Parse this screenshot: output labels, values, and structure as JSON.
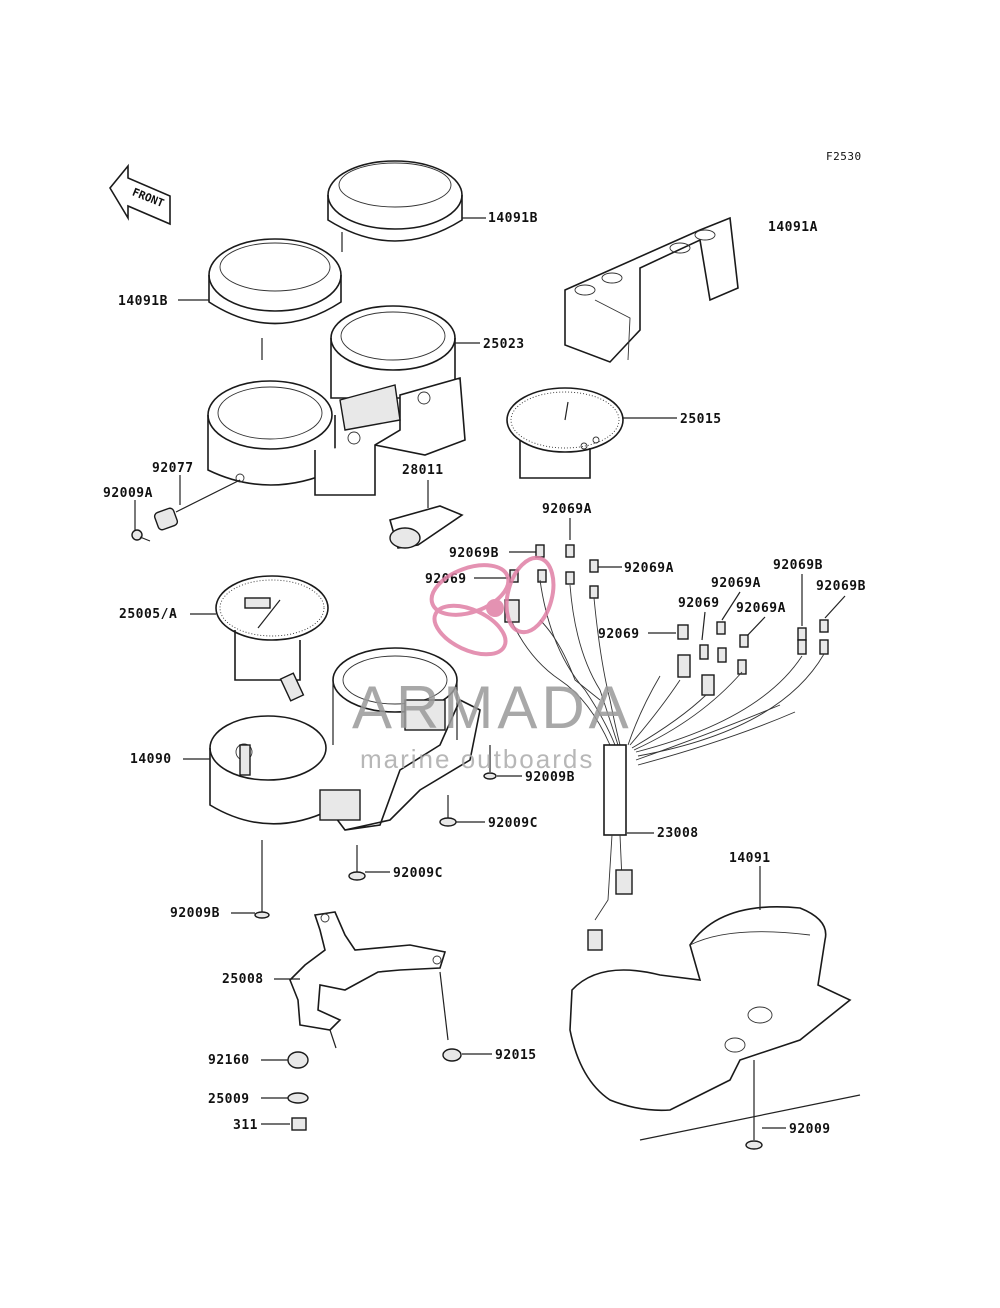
{
  "figure_code": "F2530",
  "front_arrow_text": "FRONT",
  "watermark": {
    "brand": "ARMADA",
    "tagline": "marine outboards",
    "brand_color": "#e07fa5",
    "text_color": "#9a9a9a"
  },
  "labels": {
    "p14091B_top": "14091B",
    "p14091A": "14091A",
    "p14091B_left": "14091B",
    "p25023": "25023",
    "p25015": "25015",
    "p92077": "92077",
    "p28011": "28011",
    "p92009A": "92009A",
    "p92069A_top": "92069A",
    "p92069B_a": "92069B",
    "p92069A_b": "92069A",
    "p92069_a": "92069",
    "p92069B_r": "92069B",
    "p92069A_r1": "92069A",
    "p92069B_r2": "92069B",
    "p92069_b": "92069",
    "p92069A_r2": "92069A",
    "p25005A": "25005/A",
    "p92069_c": "92069",
    "p14090": "14090",
    "p92009B_a": "92009B",
    "p92009C_a": "92009C",
    "p23008": "23008",
    "p92009C_b": "92009C",
    "p14091": "14091",
    "p92009B_b": "92009B",
    "p25008": "25008",
    "p92160": "92160",
    "p92015": "92015",
    "p25009": "25009",
    "p311": "311",
    "p92009": "92009"
  }
}
